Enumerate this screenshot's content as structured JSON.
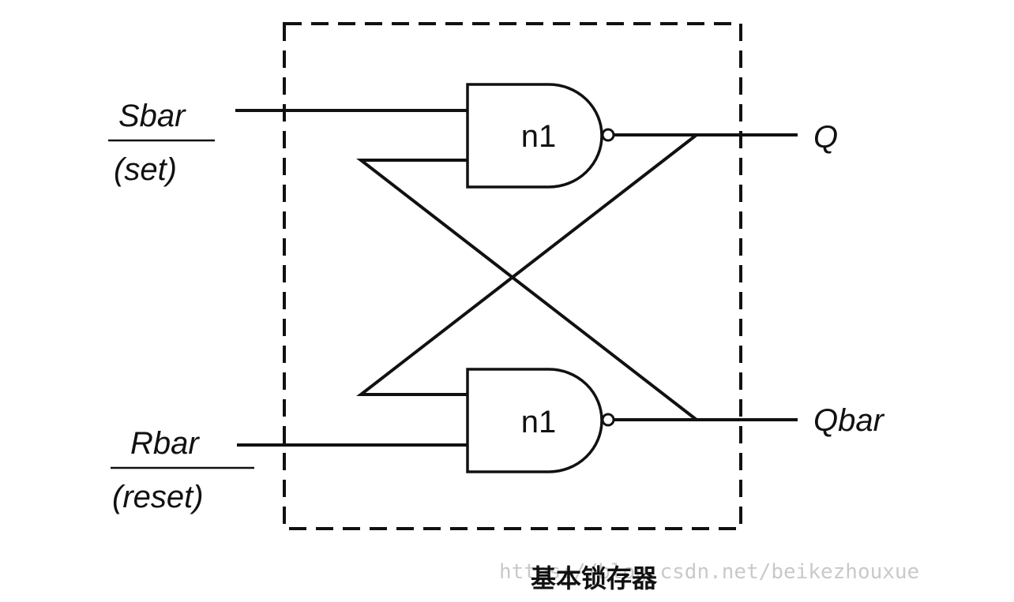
{
  "inputs": {
    "set": {
      "signal": "Sbar",
      "description": "(set)"
    },
    "reset": {
      "signal": "Rbar",
      "description": "(reset)"
    }
  },
  "outputs": {
    "q": "Q",
    "qbar": "Qbar"
  },
  "gates": [
    {
      "label": "n1"
    },
    {
      "label": "n1"
    }
  ],
  "caption": "基本锁存器",
  "watermark": "https://blog.csdn.net/beikezhouxue",
  "colors": {
    "ink": "#111111",
    "background": "#ffffff",
    "watermark": "#c9c9c9"
  }
}
